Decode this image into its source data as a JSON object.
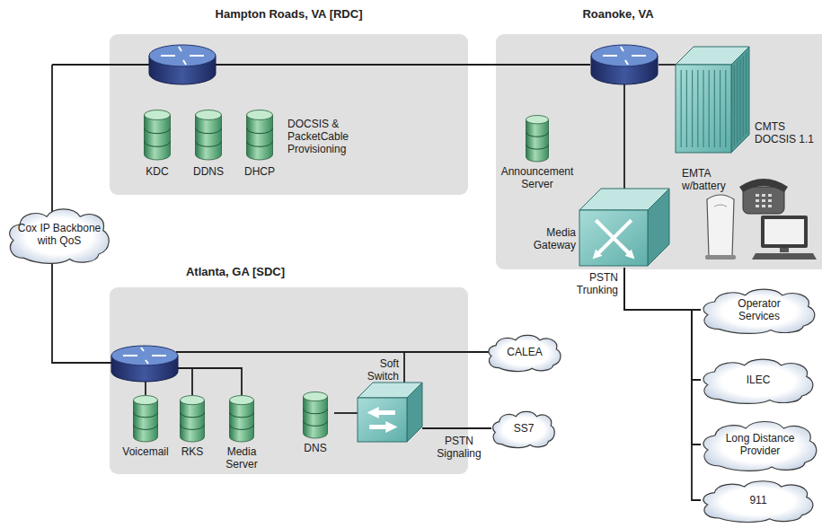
{
  "diagram": {
    "nodes": [
      {
        "text": [
          "Hampton Roads, VA [RDC]"
        ]
      },
      {
        "text": [
          "KDC"
        ],
        "in": 0
      },
      {
        "text": [
          "DDNS"
        ],
        "in": 0
      },
      {
        "text": [
          "DHCP"
        ],
        "in": 0
      },
      {
        "text": [
          "Roanoke, VA"
        ]
      },
      {
        "text": [
          "Announcement Server"
        ],
        "in": 4
      },
      {
        "text": [
          "Media Gateway"
        ],
        "in": 4
      },
      {
        "text": [
          "CMTS DOCSIS 1.1"
        ],
        "in": 4
      },
      {
        "text": [
          "EMTA w/battery"
        ],
        "in": 4
      },
      {
        "text": [
          "Cox IP Backbone with QoS"
        ]
      },
      {
        "text": [
          "Atlanta, GA [SDC]"
        ]
      },
      {
        "text": [
          "Voicemail"
        ],
        "in": 10
      },
      {
        "text": [
          "RKS"
        ],
        "in": 10
      },
      {
        "text": [
          "Media Server"
        ],
        "in": 10
      },
      {
        "text": [
          "DNS"
        ],
        "in": 10
      },
      {
        "text": [
          "Soft Switch"
        ],
        "in": 10
      },
      {
        "text": [
          "CALEA"
        ]
      },
      {
        "text": [
          "SS7"
        ]
      },
      {
        "text": [
          "Operator Services"
        ]
      },
      {
        "text": [
          "ILEC"
        ]
      },
      {
        "text": [
          "Long Distance Provider"
        ]
      },
      {
        "text": [
          "911"
        ]
      }
    ],
    "edges": [
      {
        "from": 14,
        "to": 15,
        "arrow": "none"
      },
      {
        "from": 15,
        "to": 17,
        "label": "PSTN Signaling",
        "arrow": "none"
      },
      {
        "from": 6,
        "to": 18,
        "label": "PSTN Trunking",
        "arrow": "none"
      },
      {
        "from": 6,
        "to": 19,
        "arrow": "none"
      },
      {
        "from": 6,
        "to": 20,
        "arrow": "none"
      },
      {
        "from": 6,
        "to": 21,
        "arrow": "none"
      }
    ],
    "labels": [
      "DOCSIS & PacketCable Provisioning"
    ]
  }
}
